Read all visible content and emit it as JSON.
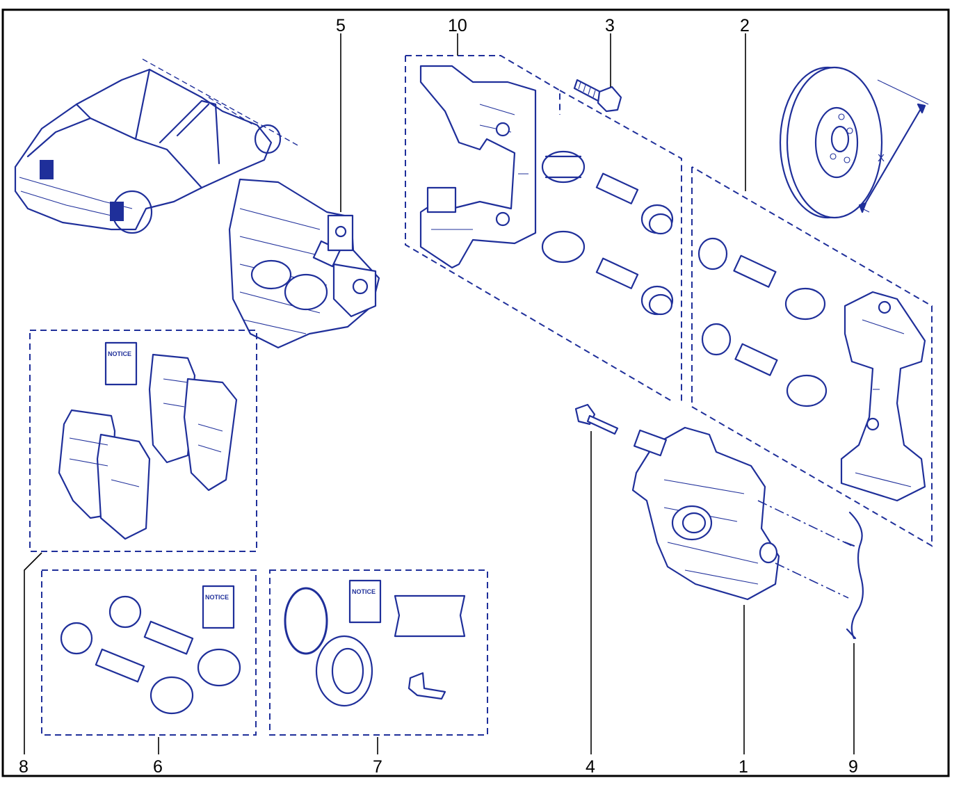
{
  "colors": {
    "line": "#1f2f9a",
    "label": "#000000",
    "background": "#ffffff"
  },
  "callouts": {
    "c1": "1",
    "c2": "2",
    "c3": "3",
    "c4": "4",
    "c5": "5",
    "c6": "6",
    "c7": "7",
    "c8": "8",
    "c9": "9",
    "c10": "10"
  },
  "disc_dimension_label": "X",
  "notice_labels": {
    "kit8": "NOTICE",
    "kit6": "NOTICE",
    "kit7": "NOTICE"
  }
}
